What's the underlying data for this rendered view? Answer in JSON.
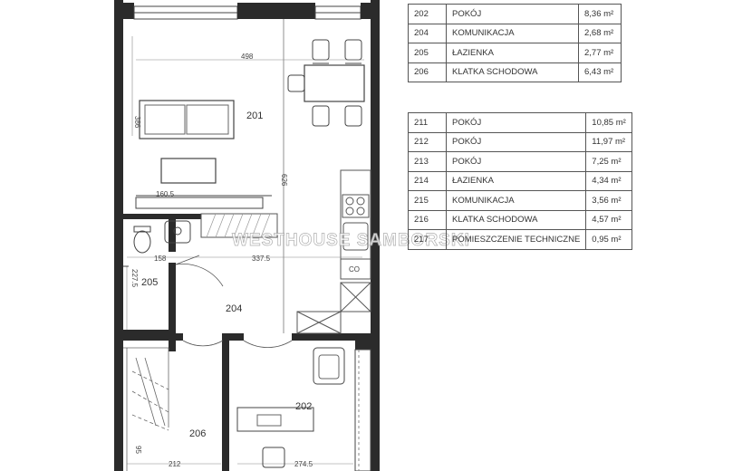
{
  "rooms_upper": [
    {
      "id": "202",
      "name": "POKÓJ",
      "area": "8,36 m²"
    },
    {
      "id": "204",
      "name": "KOMUNIKACJA",
      "area": "2,68 m²"
    },
    {
      "id": "205",
      "name": "ŁAZIENKA",
      "area": "2,77 m²"
    },
    {
      "id": "206",
      "name": "KLATKA SCHODOWA",
      "area": "6,43 m²"
    }
  ],
  "rooms_lower": [
    {
      "id": "211",
      "name": "POKÓJ",
      "area": "10,85 m²"
    },
    {
      "id": "212",
      "name": "POKÓJ",
      "area": "11,97 m²"
    },
    {
      "id": "213",
      "name": "POKÓJ",
      "area": "7,25 m²"
    },
    {
      "id": "214",
      "name": "ŁAZIENKA",
      "area": "4,34 m²"
    },
    {
      "id": "215",
      "name": "KOMUNIKACJA",
      "area": "3,56 m²"
    },
    {
      "id": "216",
      "name": "KLATKA SCHODOWA",
      "area": "4,57 m²"
    },
    {
      "id": "217",
      "name": "POMIESZCZENIE TECHNICZNE",
      "area": "0,95 m²"
    }
  ],
  "plan": {
    "room_labels": {
      "r201": "201",
      "r204": "204",
      "r205": "205",
      "r206": "206",
      "r202": "202"
    },
    "dimensions": {
      "d498": "498",
      "d386": "386",
      "d626": "626",
      "d1605": "160.5",
      "d158": "158",
      "d3375": "337.5",
      "d2275": "227.5",
      "d212": "212",
      "d2745": "274.5",
      "d95": "95"
    },
    "symbols": {
      "co": "CO"
    },
    "watermark": "WESTHOUSE SAMBORSKI"
  }
}
